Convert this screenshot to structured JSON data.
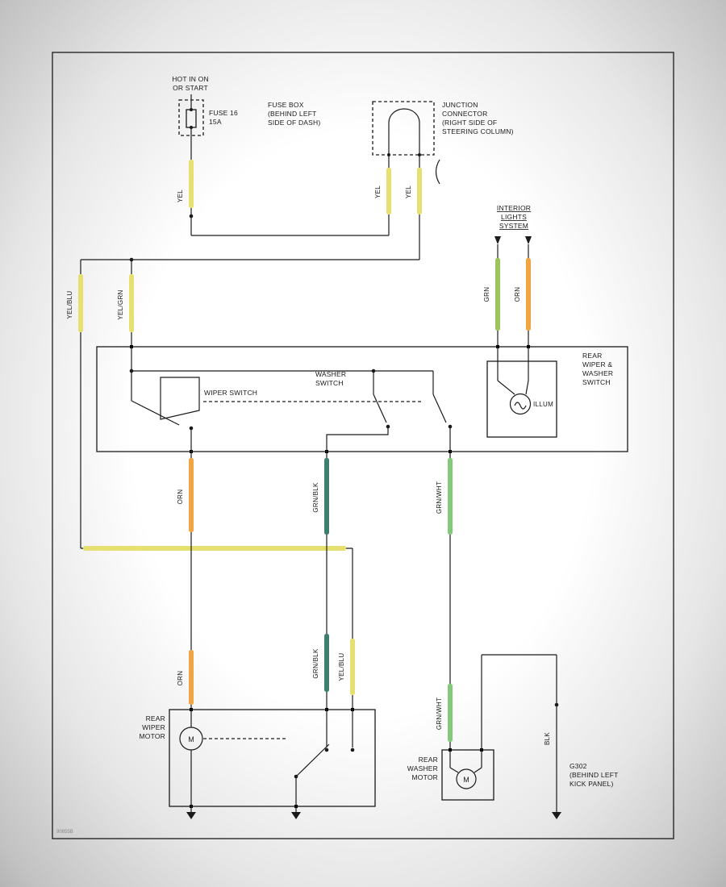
{
  "code": "90855B",
  "colors": {
    "page": "#ffffff",
    "ink": "#1a1a1a",
    "yel": "#e6e070",
    "orn": "#f0a442",
    "grn": "#9cc45e",
    "grn_blk": "#3d7f6e",
    "grn_wht": "#82ca7a",
    "blk": "#262626"
  },
  "labels": {
    "hot": [
      "HOT IN ON",
      "OR START"
    ],
    "fuse": [
      "FUSE 16",
      "15A"
    ],
    "fuse_box": [
      "FUSE BOX",
      "(BEHIND LEFT",
      "SIDE OF DASH)"
    ],
    "junction": [
      "JUNCTION",
      "CONNECTOR",
      "(RIGHT SIDE OF",
      "STEERING COLUMN)"
    ],
    "interior": [
      "INTERIOR",
      "LIGHTS",
      "SYSTEM"
    ],
    "rear_switch": [
      "REAR",
      "WIPER &",
      "WASHER",
      "SWITCH"
    ],
    "wiper_switch": "WIPER SWITCH",
    "washer_switch": [
      "WASHER",
      "SWITCH"
    ],
    "illum": "ILLUM",
    "rear_wiper_motor": [
      "REAR",
      "WIPER",
      "MOTOR"
    ],
    "rear_washer_motor": [
      "REAR",
      "WASHER",
      "MOTOR"
    ],
    "ground": [
      "G302",
      "(BEHIND LEFT",
      "KICK PANEL)"
    ],
    "motor_symbol": "M"
  },
  "wire_labels": {
    "yel": "YEL",
    "yel_blu": "YEL/BLU",
    "yel_grn": "YEL/GRN",
    "orn": "ORN",
    "grn": "GRN",
    "grn_blk": "GRN/BLK",
    "grn_wht": "GRN/WHT",
    "blk": "BLK"
  }
}
